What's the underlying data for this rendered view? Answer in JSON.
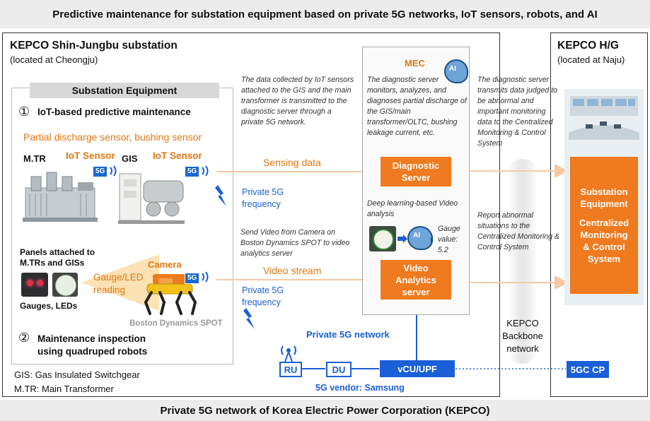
{
  "header": {
    "title": "Predictive maintenance for substation equipment based on private 5G networks, IoT sensors, robots, and AI"
  },
  "footer": {
    "title": "Private 5G network of Korea Electric Power Corporation (KEPCO)"
  },
  "substation": {
    "title": "KEPCO Shin-Jungbu substation",
    "location": "(located at Cheongju)",
    "equipment_title": "Substation Equipment",
    "item1_num": "①",
    "item1": "IoT-based predictive maintenance",
    "sensor_types": "Partial discharge sensor, bushing sensor",
    "mtr": "M.TR",
    "gis": "GIS",
    "iot_sensor": "IoT Sensor",
    "tag5g": "5G",
    "panels": "Panels attached to\nM.TRs and GISs",
    "gauge_led_reading": "Gauge/LED\nreading",
    "camera": "Camera",
    "gauges_leds": "Gauges, LEDs",
    "robot": "Boston Dynamics SPOT",
    "item2_num": "②",
    "item2": "Maintenance inspection\nusing quadruped robots",
    "gis_def": "GIS: Gas Insulated Switchgear",
    "mtr_def": "M.TR: Main Transformer"
  },
  "middle": {
    "note_iot": "The data collected by IoT sensors attached to the GIS and the main transformer is transmitted to the diagnostic server through a private 5G network.",
    "sensing_data": "Sensing data",
    "private5g_freq": "Private 5G\nfrequency",
    "note_video": "Send Video from Camera on Boston Dynamics SPOT to video analytics server",
    "video_stream": "Video stream",
    "private5g_network": "Private 5G network",
    "ru": "RU",
    "du": "DU",
    "vcu": "vCU/UPF",
    "vendor": "5G vendor: Samsung"
  },
  "mec": {
    "title": "MEC",
    "description": "The diagnostic server monitors, analyzes, and diagnoses partial discharge of the GIS/main transformer/OLTC, bushing leakage current, etc.",
    "diagnostic_server": "Diagnostic\nServer",
    "dl_video": "Deep learning-based Video analysis",
    "gauge_value": "Gauge\nvalue:\n5.2",
    "ai": "AI",
    "video_server": "Video\nAnalytics\nserver"
  },
  "backbone": {
    "label": "KEPCO\nBackbone\nnetwork",
    "core": "5GC CP"
  },
  "hq": {
    "title": "KEPCO H/G",
    "location": "(located at Naju)",
    "note_transmit": "The diagnostic server transmits data judged to be abnormal and important monitoring data to the Centralized Monitoring & Control System",
    "note_report": "Report abnormal situations to the Centralized Monitoring & Control System",
    "system_line1": "Substation\nEquipment",
    "system_line2": "Centralized\nMonitoring\n& Control\nSystem"
  },
  "colors": {
    "orange": "#ef7a1f",
    "blue": "#1a5fd6",
    "arrow": "#f6c9a3"
  }
}
